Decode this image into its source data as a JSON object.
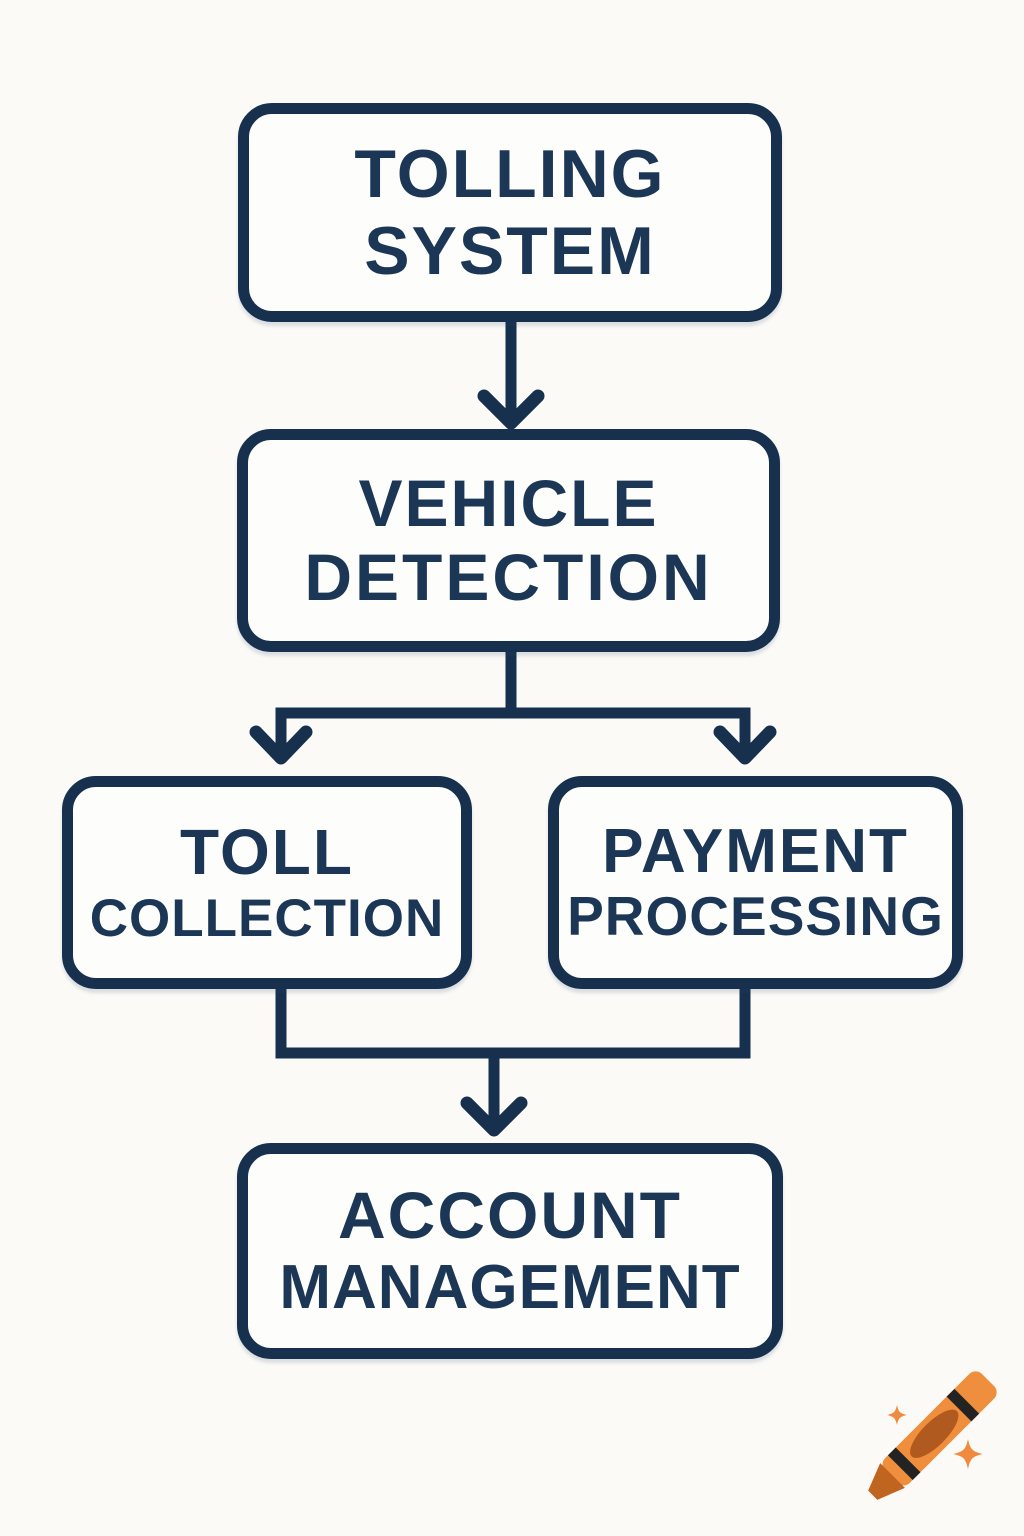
{
  "theme": {
    "background": "#fbfaf7",
    "node_fill": "#fdfdfb",
    "line_color": "#16304e",
    "text_color": "#1c3756"
  },
  "nodes": [
    {
      "id": "tolling-system",
      "lines": [
        "TOLLING",
        "SYSTEM"
      ]
    },
    {
      "id": "vehicle-detection",
      "lines": [
        "VEHICLE",
        "DETECTION"
      ]
    },
    {
      "id": "toll-collection",
      "lines": [
        "TOLL",
        "COLLECTION"
      ]
    },
    {
      "id": "payment-processing",
      "lines": [
        "PAYMENT",
        "PROCESSING"
      ]
    },
    {
      "id": "account-management",
      "lines": [
        "ACCOUNT",
        "MANAGEMENT"
      ]
    }
  ],
  "edges": [
    {
      "from": "tolling-system",
      "to": "vehicle-detection"
    },
    {
      "from": "vehicle-detection",
      "to": "toll-collection"
    },
    {
      "from": "vehicle-detection",
      "to": "payment-processing"
    },
    {
      "from": "toll-collection",
      "to": "account-management"
    },
    {
      "from": "payment-processing",
      "to": "account-management"
    }
  ],
  "watermark": {
    "icon": "crayon-icon",
    "colors": {
      "crayon_body": "#ef8f3d",
      "crayon_label": "#b05a20",
      "crayon_stripe": "#232323",
      "crayon_tip": "#c0651f",
      "sparkle": "#ef8a3e"
    }
  }
}
